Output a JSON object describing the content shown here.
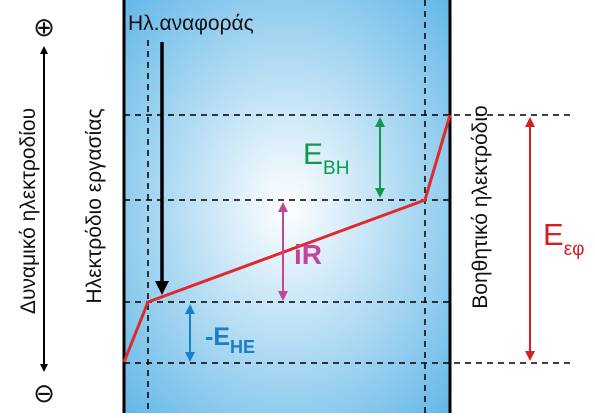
{
  "labels": {
    "reference_electrode": "Ηλ.αναφοράς",
    "electrode_potential": "Δυναμικό ηλεκτροδίου",
    "working_electrode": "Ηλεκτρόδιο εργασίας",
    "counter_electrode": "Βοηθητικό ηλεκτρόδιο",
    "plus_sign": "⊕",
    "minus_sign": "⊖",
    "e_bh_main": "E",
    "e_bh_sub": "BH",
    "ir_drop": "iR",
    "e_he_main": "-E",
    "e_he_sub": "HE",
    "e_ef_main": "E",
    "e_ef_sub": "εφ"
  },
  "colors": {
    "background": "#ffffff",
    "solution_center": "#ffffff",
    "solution_edge": "#5ab3e6",
    "electrode": "#000000",
    "gridline": "#000000",
    "potential_profile": "#e02a2a",
    "e_bh": "#0e9a4a",
    "ir": "#c4449a",
    "e_he": "#1a7fc7",
    "e_ef": "#d42020",
    "text": "#111111"
  }
}
